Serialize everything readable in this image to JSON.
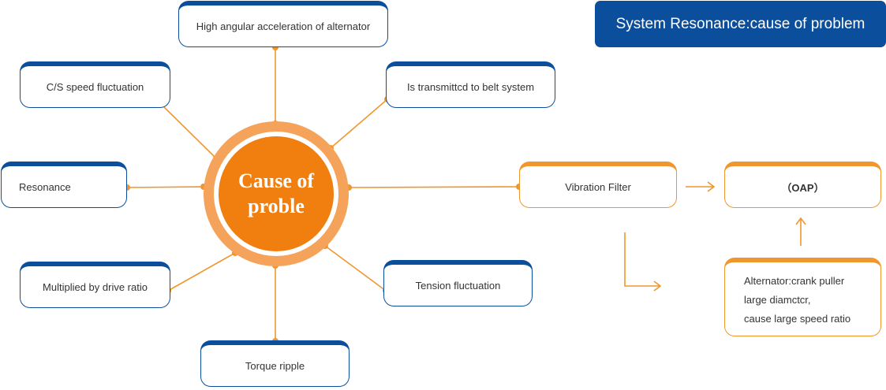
{
  "title": "System Resonance:cause of problem",
  "hub": {
    "label": "Cause of proble"
  },
  "nodes": {
    "high_angular": "High angular acceleration of alternator",
    "cs_speed": "C/S speed fluctuation",
    "transmitted": "Is transmittcd to belt system",
    "resonance": "Resonance",
    "vibration_filter": "Vibration Filter",
    "oap": "（OAP）",
    "multiplied": "Multiplied by drive ratio",
    "tension": "Tension fluctuation",
    "torque": "Torque ripple"
  },
  "alternator_box": {
    "lines": [
      "Alternator:crank puller",
      "large diamctcr,",
      "cause large speed ratio"
    ]
  },
  "colors": {
    "blue": "#0b4f9c",
    "orange": "#f07f0f",
    "connector": "#f0962e"
  }
}
